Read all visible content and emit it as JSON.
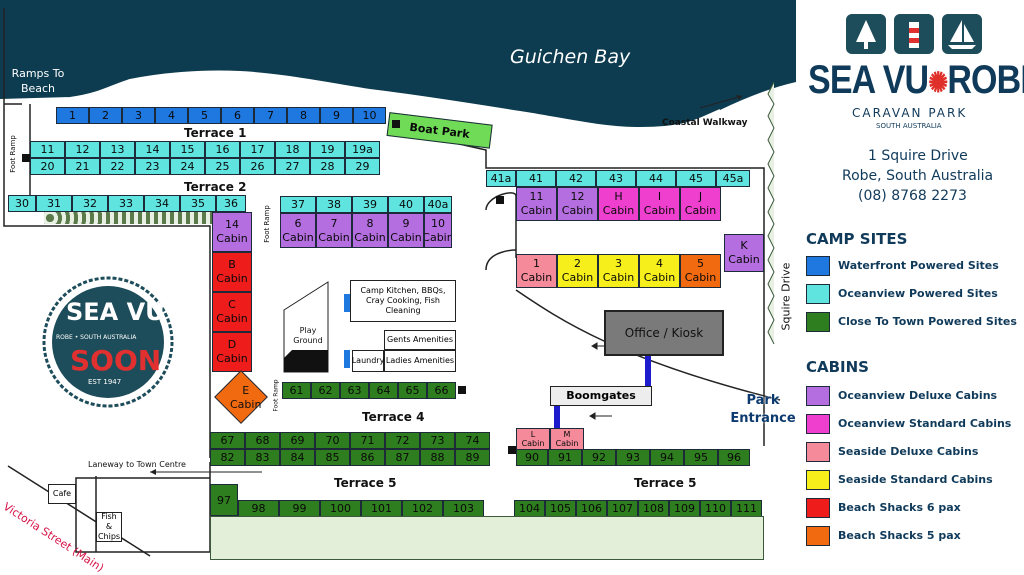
{
  "colors": {
    "sea": "#0d3b4f",
    "waterfront": "#1f78e0",
    "oceanview": "#5fe4e0",
    "town": "#2e7d1e",
    "deluxe": "#b46ee0",
    "standard": "#ef3fcf",
    "seaside_deluxe": "#f48a9a",
    "seaside_standard": "#f6ef1c",
    "shack6": "#ef1c1c",
    "shack5": "#f26a10",
    "kiosk": "#7a7a7a",
    "boatpark": "#6fdb56"
  },
  "labels": {
    "bay": "Guichen Bay",
    "ramps": "Ramps To Beach",
    "coastal_walkway": "Coastal Walkway",
    "boat_park": "Boat Park",
    "foot_ramp": "Foot Ramp",
    "squire_drive": "Squire Drive",
    "park_entrance": "Park Entrance",
    "boomgates": "Boomgates",
    "kiosk": "Office / Kiosk",
    "play_ground": "Play Ground",
    "camp_kitchen": "Camp Kitchen, BBQs, Cray Cooking, Fish Cleaning",
    "gents": "Gents Amenities",
    "laundry": "Laundry",
    "ladies": "Ladies Amenities",
    "laneway": "Laneway to Town Centre",
    "cafe": "Cafe",
    "fish_chips": "Fish & Chips",
    "victoria_street": "Victoria Street (Main)"
  },
  "terraces": {
    "t1": "Terrace 1",
    "t2": "Terrace 2",
    "t4": "Terrace 4",
    "t5a": "Terrace 5",
    "t5b": "Terrace 5"
  },
  "sites": {
    "row_1_10": [
      "1",
      "2",
      "3",
      "4",
      "5",
      "6",
      "7",
      "8",
      "9",
      "10"
    ],
    "row_11_19a": [
      "11",
      "12",
      "13",
      "14",
      "15",
      "16",
      "17",
      "18",
      "19",
      "19a"
    ],
    "row_20_29": [
      "20",
      "21",
      "22",
      "23",
      "24",
      "25",
      "26",
      "27",
      "28",
      "29"
    ],
    "row_30_36": [
      "30",
      "31",
      "32",
      "33",
      "34",
      "35",
      "36"
    ],
    "row_37_40a": [
      "37",
      "38",
      "39",
      "40",
      "40a"
    ],
    "row_41a_45a": [
      "41a",
      "41",
      "42",
      "43",
      "44",
      "45",
      "45a"
    ],
    "row_61_66": [
      "61",
      "62",
      "63",
      "64",
      "65",
      "66"
    ],
    "row_67_74": [
      "67",
      "68",
      "69",
      "70",
      "71",
      "72",
      "73",
      "74"
    ],
    "row_82_89": [
      "82",
      "83",
      "84",
      "85",
      "86",
      "87",
      "88",
      "89"
    ],
    "row_90_96": [
      "90",
      "91",
      "92",
      "93",
      "94",
      "95",
      "96"
    ],
    "row_97": "97",
    "row_98_103": [
      "98",
      "99",
      "100",
      "101",
      "102",
      "103"
    ],
    "row_104_111": [
      "104",
      "105",
      "106",
      "107",
      "108",
      "109",
      "110",
      "111"
    ]
  },
  "cabins": {
    "deluxe_top": [
      "6",
      "7",
      "8",
      "9",
      "10"
    ],
    "right_top": [
      "11",
      "12",
      "H",
      "I",
      "J"
    ],
    "seaside": [
      "1",
      "2",
      "3",
      "4",
      "5"
    ],
    "k": "K",
    "left": [
      "14",
      "B",
      "C",
      "D"
    ],
    "e": "E",
    "l": "L",
    "m": "M",
    "word": "Cabin"
  },
  "logo": {
    "name_a": "SEA VU",
    "name_b": "ROBE",
    "sub": "CARAVAN PARK",
    "state": "SOUTH AUSTRALIA"
  },
  "address": {
    "line1": "1 Squire Drive",
    "line2": "Robe, South Australia",
    "phone": "(08) 8768 2273"
  },
  "badge": {
    "top": "SEA VU",
    "mid": "ROBE • SOUTH AUSTRALIA",
    "main": "SOON",
    "est": "EST 1947"
  },
  "legend": {
    "camp_title": "CAMP SITES",
    "camp": [
      "Waterfront Powered Sites",
      "Oceanview Powered Sites",
      "Close To Town Powered Sites"
    ],
    "cabin_title": "CABINS",
    "cabin": [
      "Oceanview Deluxe Cabins",
      "Oceanview Standard Cabins",
      "Seaside Deluxe Cabins",
      "Seaside Standard Cabins",
      "Beach Shacks 6 pax",
      "Beach Shacks 5 pax"
    ]
  }
}
